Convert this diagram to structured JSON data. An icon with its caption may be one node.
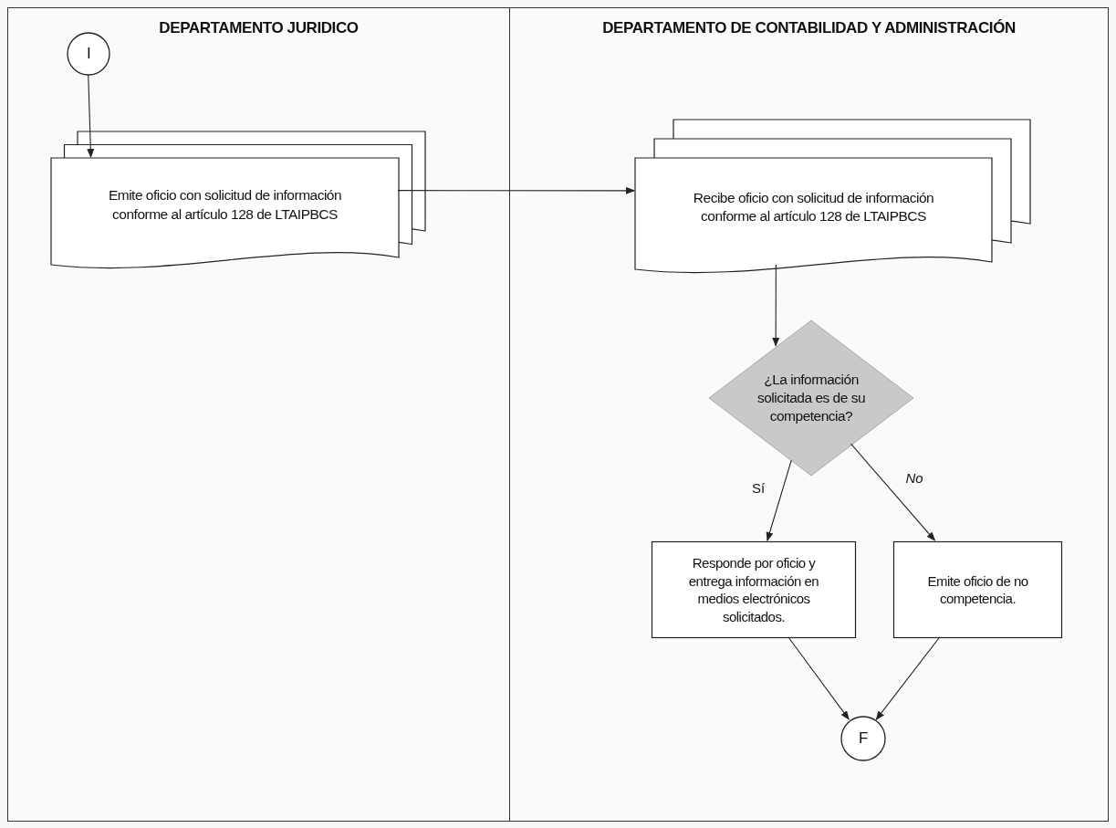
{
  "diagram": {
    "nodes": [
      {
        "text": [
          "DEPARTAMENTO JURIDICO"
        ]
      },
      {
        "text": [
          "I"
        ],
        "in": 0
      },
      {
        "text": [
          "Emite oficio con solicitud de información conforme al artículo 128 de LTAIPBCS"
        ],
        "in": 0
      },
      {
        "text": [
          "DEPARTAMENTO DE CONTABILIDAD Y ADMINISTRACIÓN"
        ]
      },
      {
        "text": [
          "Recibe oficio con solicitud de información conforme al artículo 128 de LTAIPBCS"
        ],
        "in": 3
      },
      {
        "text": [
          "¿La información solicitada es de su competencia?"
        ],
        "in": 3
      },
      {
        "text": [
          "Responde por oficio y entrega información en medios electrónicos solicitados."
        ],
        "in": 3
      },
      {
        "text": [
          "Emite oficio de no competencia."
        ],
        "in": 3
      },
      {
        "text": [
          "F"
        ],
        "in": 3
      }
    ],
    "edges": [
      {
        "from": 1,
        "to": 2,
        "arrow": "to"
      },
      {
        "from": 2,
        "to": 4,
        "arrow": "to"
      },
      {
        "from": 4,
        "to": 5,
        "arrow": "to"
      },
      {
        "from": 5,
        "to": 6,
        "arrow": "to",
        "label": "Sí"
      },
      {
        "from": 5,
        "to": 7,
        "arrow": "to",
        "label": "No"
      },
      {
        "from": 6,
        "to": 8,
        "arrow": "to"
      },
      {
        "from": 7,
        "to": 8,
        "arrow": "to"
      }
    ]
  }
}
